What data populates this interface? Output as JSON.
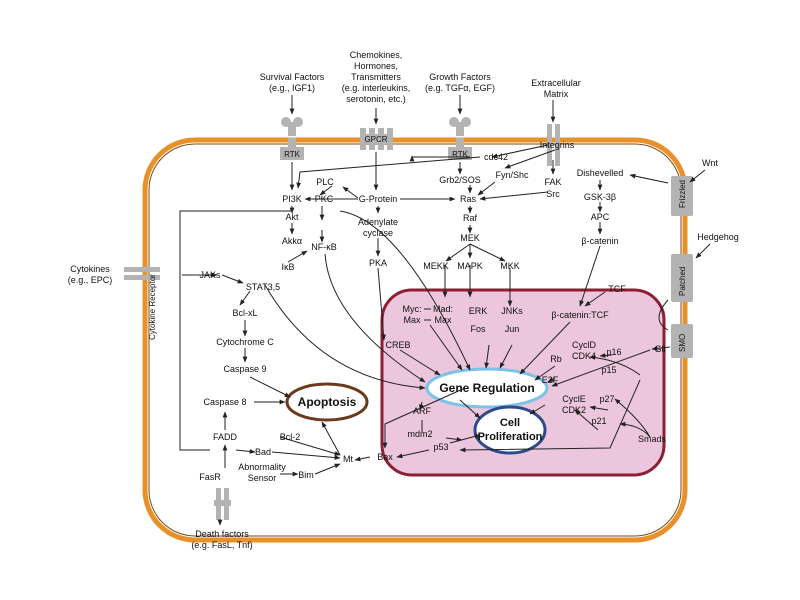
{
  "colors": {
    "cell_membrane": "#E8912A",
    "nucleus_fill": "#EBC6DC",
    "nucleus_border": "#8E1E33",
    "gene_regulation_border": "#7CC2E8",
    "proliferation_border": "#2E4A8C",
    "apoptosis_border": "#6B3A1E",
    "receptor": "#B3B3B3"
  },
  "inputs": {
    "survival": [
      "Survival Factors",
      "(e.g., IGF1)"
    ],
    "chemokines": [
      "Chemokines,",
      "Hormones,",
      "Transmitters",
      "(e.g. interleukins,",
      "serotonin, etc.)"
    ],
    "growth": [
      "Growth Factors",
      "(e.g. TGFα, EGF)"
    ],
    "ecm": [
      "Extracellular",
      "Matrix"
    ],
    "wnt": "Wnt",
    "hedgehog": "Hedgehog",
    "cytokines": [
      "Cytokines",
      "(e.g., EPC)"
    ],
    "death": [
      "Death factors",
      "(e.g. FasL, Tnf)"
    ]
  },
  "receptors": {
    "rtk1": "RTK",
    "gpcr": "GPCR",
    "rtk2": "RTK",
    "frizzled": "Frizzled",
    "patched": "Patched",
    "smo": "SMO",
    "cytokine_receptor": "Cytokine Receptor",
    "fasr": "FasR"
  },
  "nodes": {
    "integrins": "Integrins",
    "cdc42": "cdc42",
    "fyn_shc": "Fyn/Shc",
    "grb2_sos": "Grb2/SOS",
    "ras": "Ras",
    "fak": "FAK",
    "src": "Src",
    "plc": "PLC",
    "g_protein": "G-Protein",
    "pi3k": "PI3K",
    "pkc": "PKC",
    "akt": "Akt",
    "akka": "Akkα",
    "nfkb": "NF-κB",
    "ikb": "IκB",
    "adenylate": [
      "Adenylate",
      "cyclase"
    ],
    "pka": "PKA",
    "raf": "Raf",
    "mek": "MEK",
    "mekk": "MEKK",
    "mapk": "MAPK",
    "mkk": "MKK",
    "dishevelled": "Dishevelled",
    "gsk3b": "GSK-3β",
    "apc": "APC",
    "b_catenin": "β-catenin",
    "tcf": "TCF",
    "jaks": "JAKs",
    "stat": "STAT3,5",
    "bclxl": "Bcl-xL",
    "cytochrome": "Cytochrome C",
    "caspase9": "Caspase 9",
    "caspase8": "Caspase 8",
    "fadd": "FADD",
    "bad": "Bad",
    "bcl2": "Bcl-2",
    "mt": "Mt",
    "bim": "Bim",
    "abnormality": [
      "Abnormality",
      "Sensor"
    ],
    "bax": "Bax",
    "myc": "Myc:",
    "mad": "Mad:",
    "max1": "Max",
    "max2": "Max",
    "creb": "CREB",
    "erk": "ERK",
    "fos": "Fos",
    "jnks": "JNKs",
    "jun": "Jun",
    "bcat_tcf": "β-catenin:TCF",
    "gli": "Gli",
    "cycld": "CyclD",
    "cdk4": "CDK4",
    "p16": "p16",
    "rb": "Rb",
    "p15": "p15",
    "e2f": "E2F",
    "cycle": "CyclE",
    "cdk2": "CDK2",
    "p27": "p27",
    "p21": "p21",
    "arf": "ARF",
    "mdm2": "mdm2",
    "p53": "p53",
    "smads": "Smads"
  },
  "outcomes": {
    "gene_regulation": "Gene Regulation",
    "apoptosis": "Apoptosis",
    "proliferation": [
      "Cell",
      "Proliferation"
    ]
  }
}
